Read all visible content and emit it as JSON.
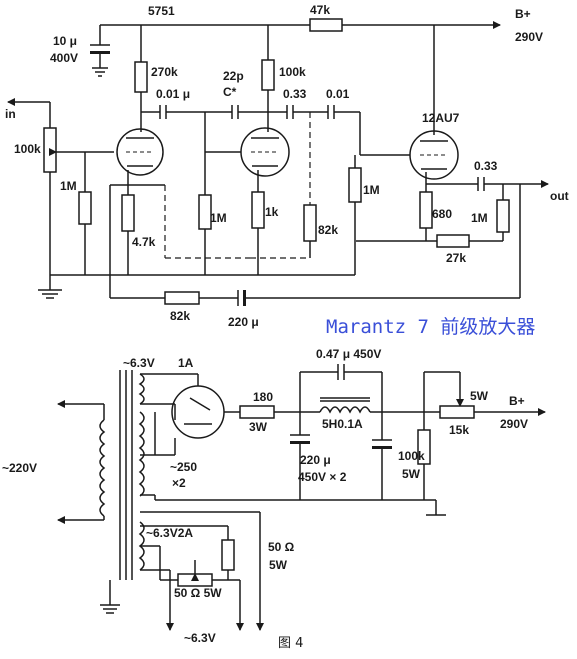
{
  "title": "Marantz 7 前级放大器",
  "figure_caption": "图 4",
  "colors": {
    "ink": "#1a1a1a",
    "title": "#3a4fd8"
  },
  "amp": {
    "tube_top_label": "5751",
    "tube_right_label": "12AU7",
    "input_label": "in",
    "output_label": "out",
    "bplus": "B+",
    "bplus_voltage": "290V",
    "supply_cap": "10 μ",
    "supply_cap_v": "400V",
    "r_47k": "47k",
    "r_270k": "270k",
    "c_001_first": "0.01 μ",
    "c_22p": "22p",
    "c_star": "C*",
    "r_100k_top": "100k",
    "c_033_mid": "0.33",
    "c_001_second": "0.01",
    "pot_100k": "100k",
    "r_1m_grid1": "1M",
    "r_47k_cathode": "4.7k",
    "r_1m_grid2": "1M",
    "r_1k": "1k",
    "r_82k_side": "82k",
    "r_1m_grid3": "1M",
    "r_680": "680",
    "c_033_out": "0.33",
    "r_1m_out": "1M",
    "r_27k": "27k",
    "r_82k_bottom": "82k",
    "c_220u": "220 μ"
  },
  "psu": {
    "heater_6v3": "~6.3V",
    "rect_current": "1A",
    "mains": "~220V",
    "hv_winding": "~250",
    "hv_winding_x2": "×2",
    "heater2": "~6.3V2A",
    "r_50ohm": "50 Ω",
    "r_50ohm_w": "5W",
    "r_50ohm_5w": "50 Ω 5W",
    "heater_out": "~6.3V",
    "r_180": "180",
    "r_180_w": "3W",
    "choke_cap": "0.47 μ 450V",
    "choke": "5H0.1A",
    "filt_caps": "220 μ",
    "filt_caps_v": "450V × 2",
    "r_100k": "100k",
    "r_100k_w": "5W",
    "pot_wiper_w": "5W",
    "pot_15k": "15k",
    "bplus": "B+",
    "bplus_voltage": "290V"
  }
}
